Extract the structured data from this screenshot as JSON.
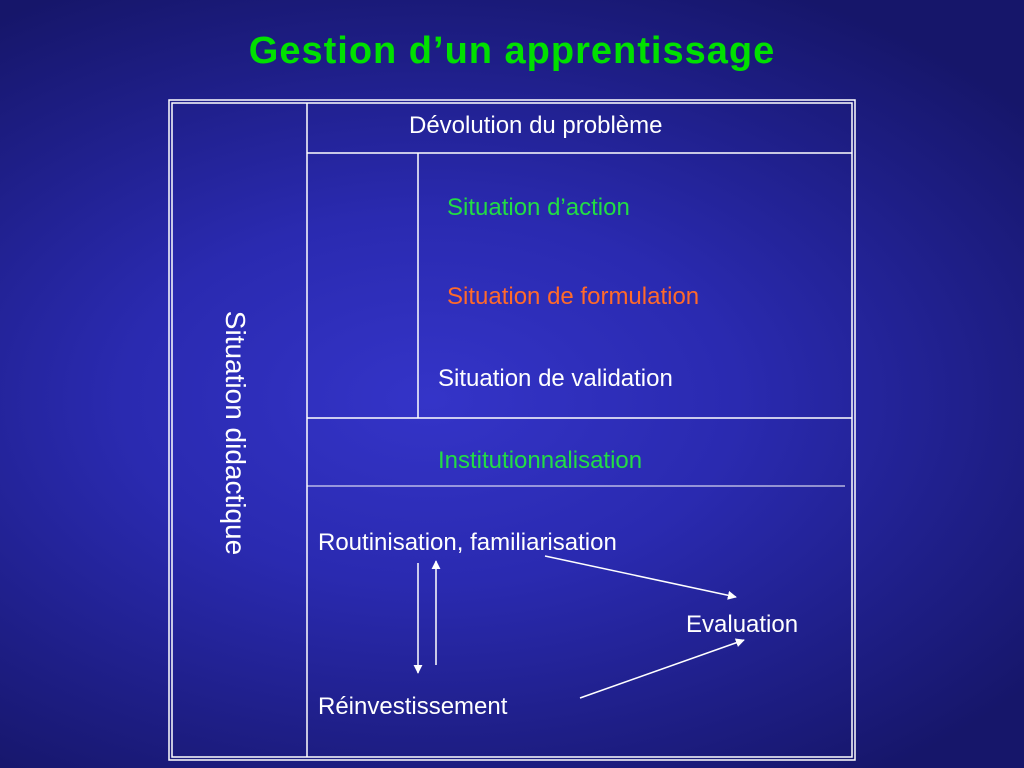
{
  "title": {
    "text": "Gestion d’un apprentissage",
    "color": "#00e000"
  },
  "side_label": "Situation didactique",
  "devolution": "Dévolution du problème",
  "phases": {
    "action": {
      "text": "Situation d’action",
      "color": "#22dd44"
    },
    "formulation": {
      "text": "Situation de formulation",
      "color": "#ff6a2a"
    },
    "validation": {
      "text": "Situation de validation",
      "color": "#ffffff"
    }
  },
  "institutionnalisation": {
    "text": "Institutionnalisation",
    "color": "#22dd44"
  },
  "routinisation": "Routinisation, familiarisation",
  "evaluation": "Evaluation",
  "reinvestissement": "Réinvestissement",
  "colors": {
    "lines": "#ffffff",
    "text": "#ffffff"
  }
}
